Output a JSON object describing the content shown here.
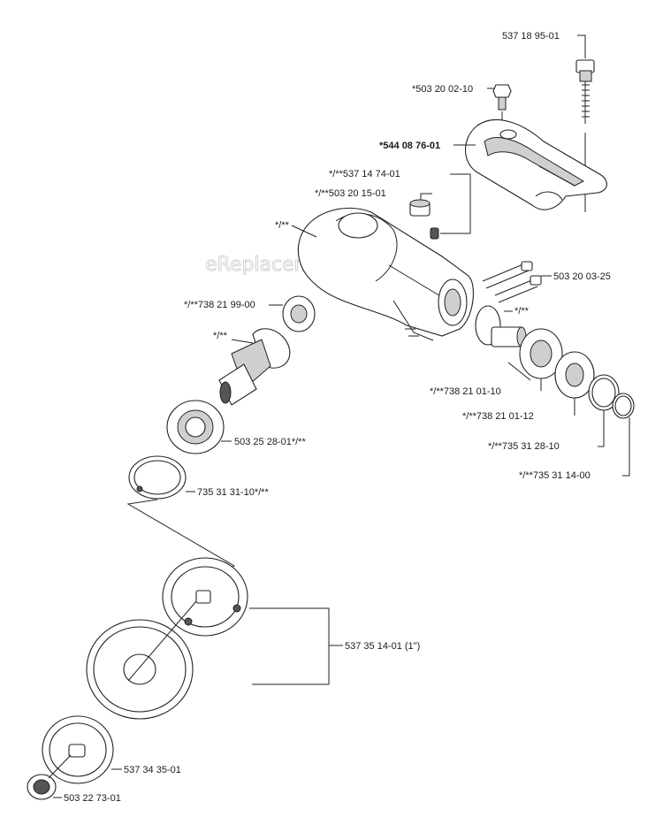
{
  "watermark": "eReplacementParts.com",
  "labels": {
    "screw_top": "537 18 95-01",
    "bolt_top": "*503 20 02-10",
    "cover": "*544 08 76-01",
    "plug": "*/**537 14 74-01",
    "screw_small": "*/**503 20 15-01",
    "gear_housing": "*/**",
    "bolts_right": "503 20 03-25",
    "bearing_a": "*/**738 21 99-00",
    "pinion": "*/**",
    "shaft_gear": "*/**",
    "bearing_b": "*/**738 21 01-10",
    "bearing_c": "*/**738 21 01-12",
    "ring_a": "*/**735 31 28-10",
    "ring_b": "*/**735 31 14-00",
    "bearing_main": "503 25 28-01*/**",
    "circlip": "735 31 31-10*/**",
    "kit": "537 35 14-01 (1\")",
    "washer": "537 34 35-01",
    "nut": "503 22 73-01"
  }
}
